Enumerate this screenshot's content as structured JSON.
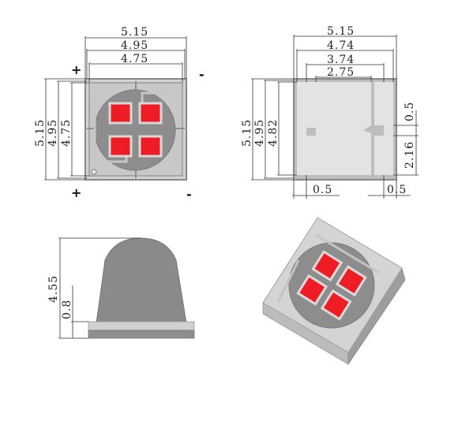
{
  "top_view": {
    "width_dims": [
      "5.15",
      "4.95",
      "4.75"
    ],
    "height_dims": [
      "5.15",
      "4.95",
      "4.75"
    ],
    "pad_top_left": "+",
    "pad_top_right": "-",
    "pad_bottom_left": "+",
    "pad_bottom_right": "-"
  },
  "bottom_view": {
    "width_dims": [
      "5.15",
      "4.74",
      "3.74",
      "2.75"
    ],
    "height_dims": [
      "5.15",
      "4.95",
      "4.82"
    ],
    "right_dims": [
      "0.5",
      "2.16"
    ],
    "bottom_dims": [
      "0.5",
      "0.5"
    ]
  },
  "side_view": {
    "height_dims": [
      "4.55",
      "0.8"
    ]
  },
  "colors": {
    "emitter_red": "#ee1c24",
    "body_gray": "#c9c9c9",
    "dome_gray": "#8a8a8a",
    "frame_gray": "#9a9a9a"
  }
}
